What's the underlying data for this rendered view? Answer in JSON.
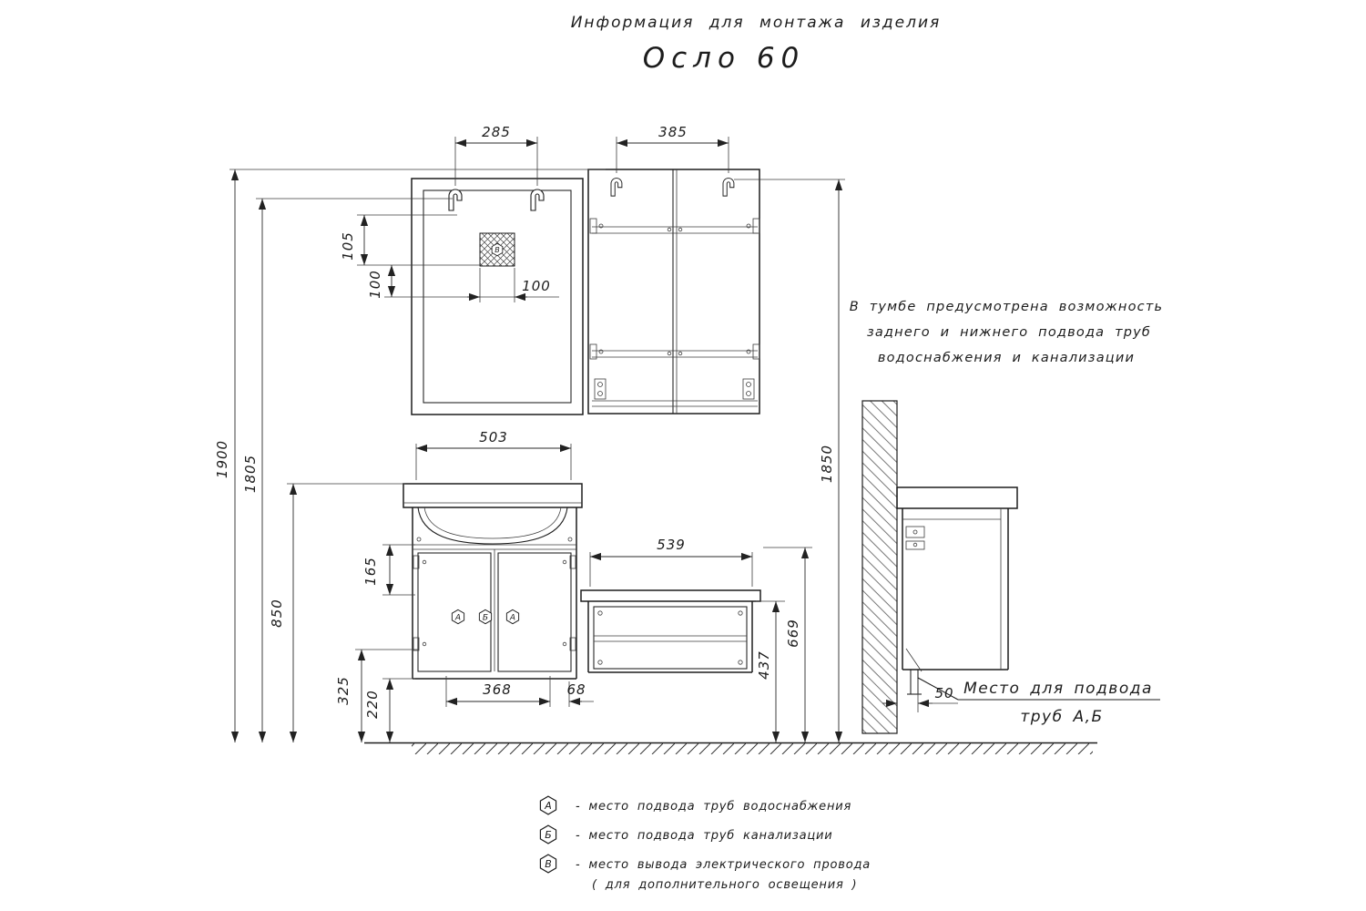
{
  "header": {
    "title": "Информация для монтажа изделия",
    "product": "Осло 60"
  },
  "note": {
    "line1": "В тумбе предусмотрена возможность",
    "line2": "заднего и нижнего подвода труб",
    "line3": "водоснабжения и канализации"
  },
  "pipes_callout": {
    "line1": "Место для подвода",
    "line2": "труб А,Б"
  },
  "dims": {
    "d285": "285",
    "d385": "385",
    "d105": "105",
    "d100a": "100",
    "d100b": "100",
    "d1900": "1900",
    "d1805": "1805",
    "d1850": "1850",
    "d503": "503",
    "d850": "850",
    "d165": "165",
    "d325": "325",
    "d220": "220",
    "d368": "368",
    "d68": "68",
    "d539": "539",
    "d669": "669",
    "d437": "437",
    "d50": "50"
  },
  "markers": {
    "a": "А",
    "b": "Б",
    "v": "В"
  },
  "legend": {
    "a_symbol": "А",
    "a_text": "- место подвода труб водоснабжения",
    "b_symbol": "Б",
    "b_text": "- место подвода труб канализации",
    "v_symbol": "В",
    "v_text": "- место вывода электрического провода",
    "v_text2": "( для дополнительного освещения )"
  }
}
